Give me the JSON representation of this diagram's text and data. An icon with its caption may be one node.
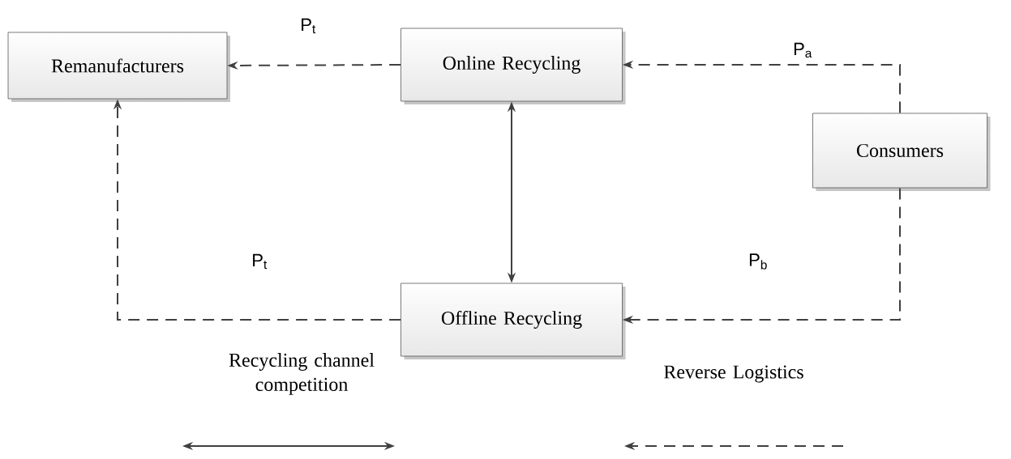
{
  "diagram": {
    "nodes": [
      {
        "text": [
          "Remanufacturers"
        ]
      },
      {
        "text": [
          "Online Recycling"
        ]
      },
      {
        "text": [
          "Consumers"
        ]
      },
      {
        "text": [
          "Offline Recycling"
        ]
      }
    ],
    "edges": [
      {
        "from": 1,
        "to": 0,
        "arrow": "to",
        "style": "dashed",
        "label": "P$_{t}$"
      },
      {
        "from": 2,
        "to": 1,
        "arrow": "to",
        "style": "dashed",
        "label": "P$_{a}$"
      },
      {
        "from": 1,
        "to": 3,
        "arrow": "both"
      },
      {
        "from": 3,
        "to": 0,
        "arrow": "to",
        "style": "dashed",
        "label": "P$_{t}$"
      },
      {
        "from": 2,
        "to": 3,
        "arrow": "to",
        "style": "dashed",
        "label": "P$_{b}$"
      }
    ],
    "legend": [
      {
        "text": "Recycling channel competition"
      },
      {
        "text": "Reverse Logistics"
      }
    ]
  }
}
